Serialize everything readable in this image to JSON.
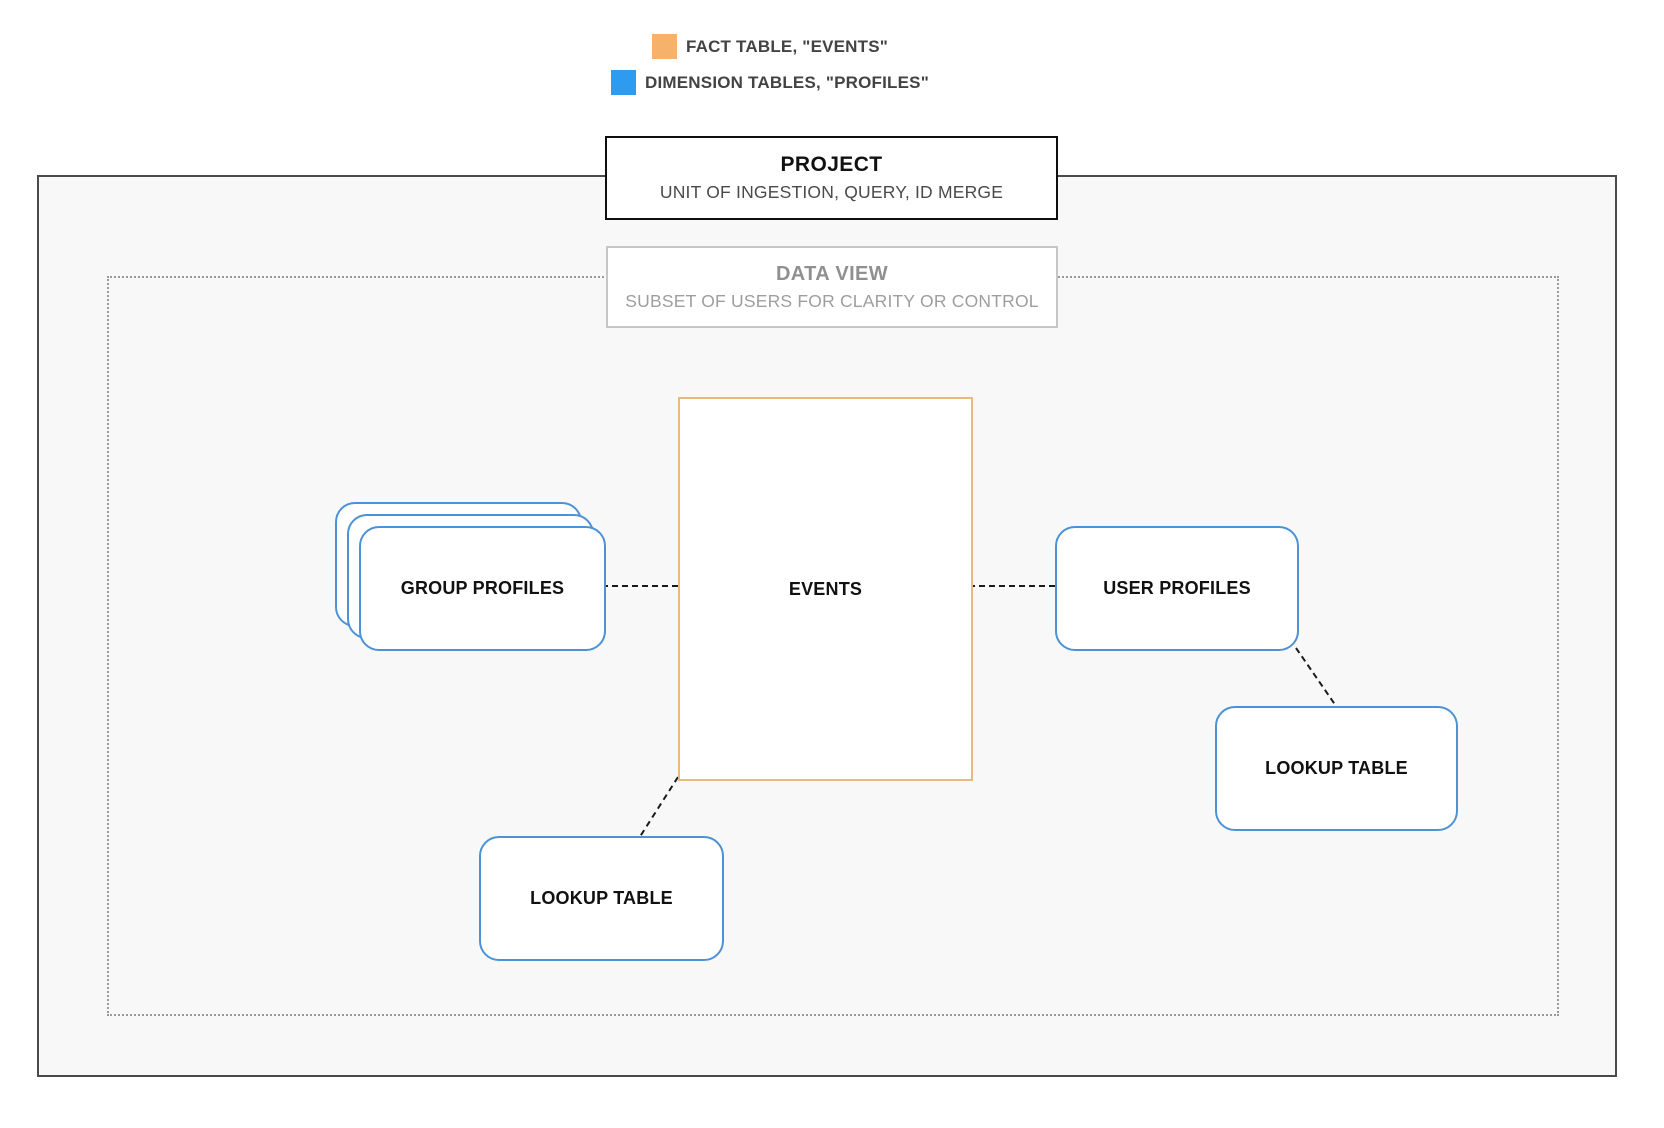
{
  "legend": {
    "items": [
      {
        "name": "fact-table",
        "label": "FACT TABLE, \"EVENTS\"",
        "color": "#F6B26B"
      },
      {
        "name": "dimension-tables",
        "label": "DIMENSION TABLES, \"PROFILES\"",
        "color": "#2D9BF0"
      }
    ]
  },
  "project_box": {
    "title": "PROJECT",
    "subtitle": "UNIT OF INGESTION, QUERY, ID MERGE"
  },
  "data_view_box": {
    "title": "DATA VIEW",
    "subtitle": "SUBSET OF USERS FOR CLARITY OR CONTROL"
  },
  "nodes": {
    "events": {
      "label": "EVENTS",
      "border_color": "#E9BA7D"
    },
    "group_profiles": {
      "label": "GROUP PROFILES"
    },
    "user_profiles": {
      "label": "USER PROFILES"
    },
    "lookup_table_bottom": {
      "label": "LOOKUP TABLE"
    },
    "lookup_table_right": {
      "label": "LOOKUP TABLE"
    },
    "dimension_border_color": "#4D92D4"
  }
}
